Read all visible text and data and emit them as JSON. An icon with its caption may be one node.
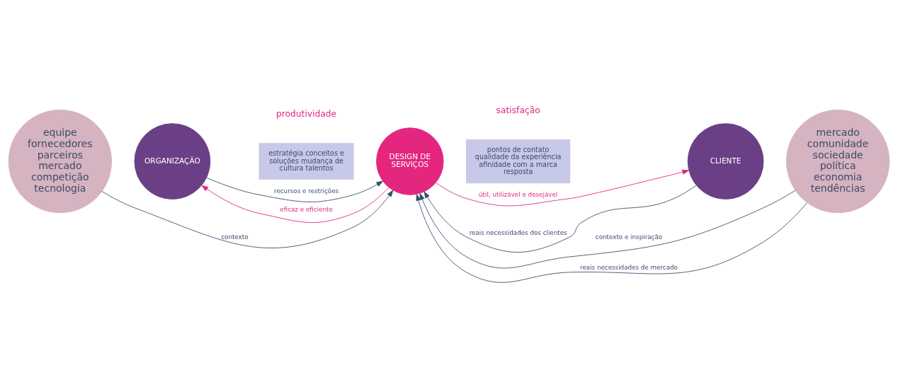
{
  "diagram": {
    "nodes": [
      {
        "text": [
          "equipe fornecedores parceiros mercado competição tecnologia"
        ]
      },
      {
        "text": [
          "ORGANIZAÇÃO"
        ]
      },
      {
        "text": [
          "estratégia conceitos e soluções mudança de cultura talentos"
        ]
      },
      {
        "text": [
          "DESIGN DE SERVIÇOS"
        ]
      },
      {
        "text": [
          "pontos de contato qualidade da experiência afinidade com a marca resposta"
        ]
      },
      {
        "text": [
          "CLIENTE"
        ]
      },
      {
        "text": [
          "mercado comunidade sociedade política economia tendências"
        ]
      }
    ],
    "edges": [
      {
        "from": 0,
        "to": 3,
        "arrow": "to",
        "label": "contexto"
      },
      {
        "from": 1,
        "to": 3,
        "arrow": "to",
        "label": "recursos e restrições"
      },
      {
        "from": 6,
        "to": 3,
        "arrow": "to",
        "label": "contexto e inspiração"
      },
      {
        "from": 6,
        "to": 3,
        "arrow": "to",
        "label": "reais necessidades de mercado"
      },
      {
        "from": 5,
        "to": 3,
        "arrow": "to",
        "label": "reais necessidades dos clientes"
      },
      {
        "from": 3,
        "to": 1,
        "arrow": "to",
        "label": "eficaz e eficiente",
        "color": "#e0287e"
      },
      {
        "from": 3,
        "to": 5,
        "arrow": "to",
        "label": "útil, utilizável e desejável",
        "color": "#e0287e"
      }
    ],
    "labels": [
      "produtividade",
      "satisfação"
    ]
  }
}
